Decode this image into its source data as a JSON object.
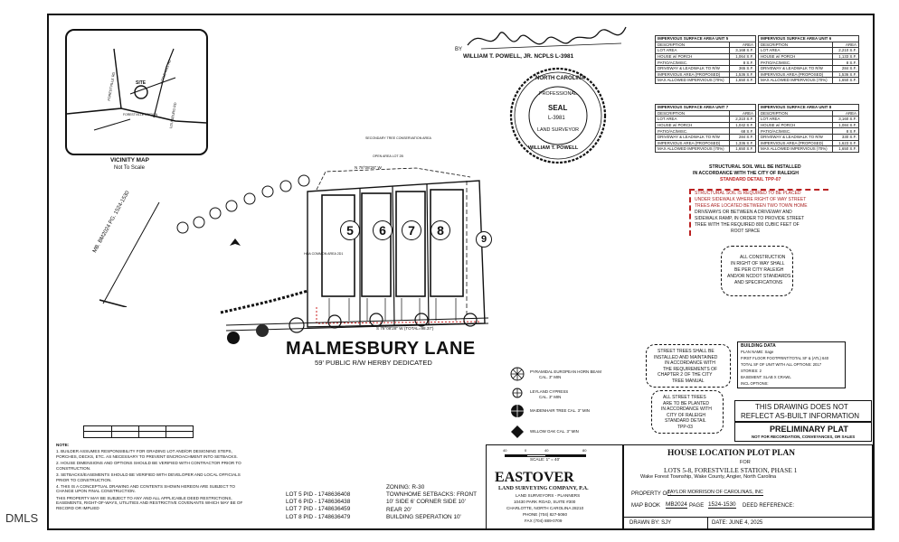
{
  "watermark": "DMLS",
  "vicinity": {
    "title": "VICINITY MAP",
    "subtitle": "Not To Scale",
    "site_label": "SITE",
    "street_labels": [
      "FORESTVILLE RD",
      "LITTLE MILL RD",
      "LOUISBURG RD",
      "FORESTVILLE STATION"
    ]
  },
  "signature": {
    "by": "BY",
    "name_line": "WILLIAM T. POWELL, JR. NCPLS L-3981"
  },
  "seal": {
    "top_text": "NORTH CAROLINA",
    "mid_text": "PROFESSIONAL",
    "center": "SEAL",
    "license": "L-3981",
    "bottom_text": "LAND SURVEYOR",
    "name": "WILLIAM T. POWELL"
  },
  "impervious_tables": [
    {
      "title": "IMPERVIOUS SURFACE AREA UNIT 5",
      "rows": [
        [
          "DESCRIPTION",
          "AREA"
        ],
        [
          "LOT AREA",
          "3,168 S.F."
        ],
        [
          "HOUSE w/ PORCH",
          "1,064 S.F."
        ],
        [
          "PATIO/AC/MISC.",
          "8 S.F."
        ],
        [
          "DRIVEWAY & LEADWALK TO R/W",
          "365 S.F."
        ],
        [
          "IMPERVIOUS AREA (PROPOSED)",
          "1,536 S.F."
        ],
        [
          "MAX ALLOWED IMPERVIOUS (70%)",
          "1,650 S.F."
        ]
      ]
    },
    {
      "title": "IMPERVIOUS SURFACE AREA UNIT 6",
      "rows": [
        [
          "DESCRIPTION",
          "AREA"
        ],
        [
          "LOT AREA",
          "2,210 S.F."
        ],
        [
          "HOUSE w/ PORCH",
          "1,133 S.F."
        ],
        [
          "PATIO/AC/MISC.",
          "8 S.F."
        ],
        [
          "DRIVEWAY & LEADWALK TO R/W",
          "284 S.F."
        ],
        [
          "IMPERVIOUS AREA (PROPOSED)",
          "1,536 S.F."
        ],
        [
          "MAX ALLOWED IMPERVIOUS (70%)",
          "1,650 S.F."
        ]
      ]
    },
    {
      "title": "IMPERVIOUS SURFACE AREA UNIT 7",
      "rows": [
        [
          "DESCRIPTION",
          "AREA"
        ],
        [
          "LOT AREA",
          "2,310 S.F."
        ],
        [
          "HOUSE w/ PORCH",
          "1,042 S.F."
        ],
        [
          "PATIO/AC/MISC.",
          "68 S.F."
        ],
        [
          "DRIVEWAY & LEADWALK TO R/W",
          "284 S.F."
        ],
        [
          "IMPERVIOUS AREA (PROPOSED)",
          "1,336 S.F."
        ],
        [
          "MAX ALLOWED IMPERVIOUS (70%)",
          "1,650 S.F."
        ]
      ]
    },
    {
      "title": "IMPERVIOUS SURFACE AREA UNIT 8",
      "rows": [
        [
          "DESCRIPTION",
          "AREA"
        ],
        [
          "LOT AREA",
          "3,160 S.F."
        ],
        [
          "HOUSE w/ PORCH",
          "1,084 S.F."
        ],
        [
          "PATIO/AC/MISC.",
          "8 S.F."
        ],
        [
          "DRIVEWAY & LEADWALK TO R/W",
          "330 S.F."
        ],
        [
          "IMPERVIOUS AREA (PROPOSED)",
          "1,623 S.F."
        ],
        [
          "MAX ALLOWED IMPERVIOUS (70%)",
          "1,650 S.F."
        ]
      ]
    }
  ],
  "structural_soil": {
    "heading": [
      "STRUCTURAL SOIL WILL BE INSTALLED",
      "IN ACCORDANCE WITH THE CITY OF RALEIGH",
      "STANDARD DETAIL TPP-07"
    ],
    "body": [
      "STRUCTURAL SOIL IS REQUIRED TO BE PLACED",
      "UNDER SIDEWALK WHERE RIGHT OF WAY STREET",
      "TREES ARE LOCATED BETWEEN TWO TOWN HOME",
      "DRIVEWAYS OR BETWEEN A DRIVEWAY AND",
      "SIDEWALK RAMP, IN ORDER TO PROVIDE STREET",
      "TREE WITH THE REQUIRED 800 CUBIC FEET OF",
      "ROOT SPACE"
    ]
  },
  "row_note": [
    "ALL CONSTRUCTION",
    "IN RIGHT OF WAY SHALL",
    "BE PER CITY RALEIGH",
    "AND/OR NCDOT STANDARDS",
    "AND SPECIFICATIONS"
  ],
  "street_trees_note": [
    "STREET TREES SHALL BE",
    "INSTALLED AND MAINTAINED",
    "IN ACCORDANCE WITH",
    "THE REQUIREMENTS OF",
    "CHAPTER 2 OF THE CITY",
    "TREE MANUAL"
  ],
  "all_trees_note": [
    "ALL STREET TREES",
    "ARE TO BE PLANTED",
    "IN ACCORDANCE WITH",
    "CITY OF RALEIGH",
    "STANDARD DETAIL",
    "TPP-03"
  ],
  "building_data": {
    "title": "BUILDING DATA",
    "rows": [
      "PLAN NAME: Sage",
      "FIRST FLOOR FOOTPRINT/TOTAL SF & (ATL) 640",
      "TOTAL SF OF UNIT WITH ALL OPTIONS: 2017",
      "STORIES: 2",
      "BASEMENT: SLAB X CRAWL",
      "INCL OPTIONS:"
    ]
  },
  "disclaimer": [
    "THIS DRAWING DOES NOT",
    "REFLECT AS-BUILT INFORMATION"
  ],
  "preliminary": {
    "title": "PRELIMINARY PLAT",
    "sub": "NOT FOR RECORDATION, CONVEYANCES, OR SALES"
  },
  "legend": [
    {
      "icon": "hornbeam-icon",
      "label": "PYRAMIDAL EUROPEAN HORN BEAM",
      "sub": "CAL. 3\" MIN"
    },
    {
      "icon": "cypress-icon",
      "label": "LEYLAND CYPRESS",
      "sub": "CAL. 3\" MIN"
    },
    {
      "icon": "maidenhair-icon",
      "label": "MAIDENHAIR TREE CAL. 3\" MIN",
      "sub": ""
    },
    {
      "icon": "willow-oak-icon",
      "label": "WILLOW OAK CAL. 3\" MIN",
      "sub": ""
    }
  ],
  "scale": {
    "label": "SCALE: 1\" = 40'",
    "ticks": [
      "40",
      "0",
      "40",
      "80"
    ]
  },
  "notes": {
    "title": "NOTE:",
    "items": [
      "1. BUILDER ASSUMES RESPONSIBILITY FOR GRADING LOT AND/OR DESIGNING STEPS, PORCHES, DECKS, ETC. AS NECESSARY TO PREVENT ENCROACHMENT INTO SETBACKS.",
      "2. HOUSE DIMENSIONS AND OPTIONS SHOULD BE VERIFIED WITH CONTRACTOR PRIOR TO CONSTRUCTION.",
      "3. SETBACKS/EASEMENTS SHOULD BE VERIFIED WITH DEVELOPER AND LOCAL OFFICIALS PRIOR TO CONSTRUCTION.",
      "4. THIS IS A CONCEPTUAL DRAWING AND CONTENTS SHOWN HEREON ARE SUBJECT TO CHANGE UPON FINAL CONSTRUCTION.",
      "THIS PROPERTY MAY BE SUBJECT TO ANY AND ALL APPLICABLE DEED RESTRICTIONS, EASEMENTS, RIGHT-OF-WAYS, UTILITIES AND RESTRICTIVE COVENANTS WHICH MAY BE OF RECORD OR IMPLIED"
    ]
  },
  "pids": [
    "LOT 5 PID - 1748636408",
    "LOT 6 PID - 1748636438",
    "LOT 7 PID - 1748636459",
    "LOT 8 PID - 1748636479"
  ],
  "zoning": [
    "ZONING:  R-30",
    "TOWNHOME SETBACKS:  FRONT",
    "10' SIDE 6' CORNER SIDE 10'",
    "REAR 20'",
    "BUILDING SEPERATION 10'"
  ],
  "company": {
    "name": "EASTOVER",
    "sub": "LAND SURVEYING COMPANY, P.A.",
    "lines": [
      "LAND SURVEYORS - PLANNERS",
      "10430 PARK ROAD, SUITE #300",
      "CHARLOTTE, NORTH CAROLINA 28210",
      "PHONE (704) 827-5060",
      "FAX (704) 889-0709"
    ]
  },
  "title_block": {
    "title": "HOUSE LOCATION PLOT PLAN",
    "for": "FOR",
    "lots": "LOTS 5-8, FORESTVILLE STATION, PHASE 1",
    "location": "Wake Forest Township, Wake County, Angier, North Carolina",
    "property_of_label": "PROPERTY OF:",
    "property_of": "TAYLOR MORRISON OF CAROLINAS, INC",
    "map_book_label": "MAP BOOK",
    "map_book": "MB2024",
    "page_label": "PAGE",
    "page": "1524-1530",
    "deed_label": "DEED REFERENCE:",
    "drawn_by": "DRAWN BY: SJY",
    "date": "DATE:  JUNE 4, 2025"
  },
  "plan": {
    "street_name": "MALMESBURY LANE",
    "street_sub": "59'  PUBLIC R/W HERBY DEDICATED",
    "mb_ref": "MB. BM2024 PG. 1524-1530",
    "lots": [
      "5",
      "6",
      "7",
      "8",
      "9"
    ],
    "bearing_top": "N 78°08'26\" W",
    "bearing_bottom": "S 78°08'28\" W (TOTAL=98.37')",
    "conservation": "SECONDARY TREE CONSERVATION AREA",
    "open_area": "OPEN AREA LOT 2B",
    "common": "HOA COMMON AREA 2D1"
  }
}
